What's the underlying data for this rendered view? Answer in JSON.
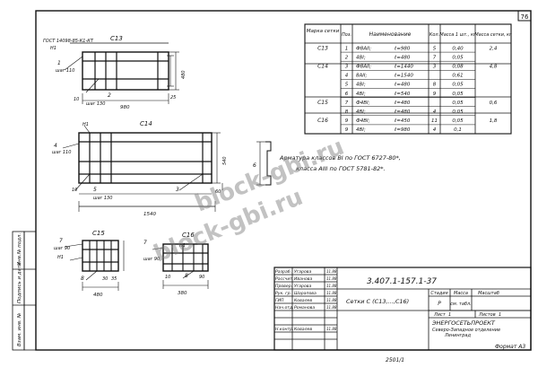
{
  "sheet_number": "76",
  "bottom_left_number": "2501/1",
  "format_label": "Формат А3",
  "gost_note": "ГОСТ 14098-85-К1-КТ",
  "watermark": "block-gbi.ru",
  "side_stamps": [
    "Инв.№ подл.",
    "Подпись и дата",
    "Взам. инв. №"
  ],
  "spec": {
    "headers": [
      "Марка сетки",
      "Поз.",
      "Наименование",
      "Кол.",
      "Масса 1 шт., кг",
      "Масса сетки, кг"
    ],
    "rows": [
      {
        "mark": "С13",
        "pos": "1",
        "name": "Ф8АII;",
        "len": "ℓ=980",
        "qty": "5",
        "mass": "0,40",
        "total": "2,4"
      },
      {
        "mark": "",
        "pos": "2",
        "name": "4ВI;",
        "len": "ℓ=480",
        "qty": "7",
        "mass": "0,05",
        "total": ""
      },
      {
        "mark": "С14",
        "pos": "3",
        "name": "Ф8АII;",
        "len": "ℓ=1440",
        "qty": "3",
        "mass": "0,08",
        "total": "4,8"
      },
      {
        "mark": "",
        "pos": "4",
        "name": "8АII;",
        "len": "ℓ=1540",
        "qty": "",
        "mass": "0,61",
        "total": ""
      },
      {
        "mark": "",
        "pos": "5",
        "name": "4ВI;",
        "len": "ℓ=480",
        "qty": "8",
        "mass": "0,05",
        "total": ""
      },
      {
        "mark": "",
        "pos": "6",
        "name": "4ВI;",
        "len": "ℓ=540",
        "qty": "9",
        "mass": "0,05",
        "total": ""
      },
      {
        "mark": "С15",
        "pos": "7",
        "name": "Ф4ВI;",
        "len": "ℓ=480",
        "qty": "",
        "mass": "0,05",
        "total": "0,6"
      },
      {
        "mark": "",
        "pos": "8",
        "name": "4ВI;",
        "len": "ℓ=480",
        "qty": "4",
        "mass": "0,05",
        "total": ""
      },
      {
        "mark": "С16",
        "pos": "9",
        "name": "Ф4ВI;",
        "len": "ℓ=450",
        "qty": "11",
        "mass": "0,05",
        "total": "1,8"
      },
      {
        "mark": "",
        "pos": "9",
        "name": "4ВI;",
        "len": "ℓ=980",
        "qty": "4",
        "mass": "0,1",
        "total": ""
      }
    ]
  },
  "notes": {
    "note1": "Арматура классов ВI по ГОСТ 6727-80*,",
    "note2": "класса АIII по ГОСТ 5781-82*."
  },
  "drawings": {
    "c13": {
      "title": "С13",
      "pos1": "1",
      "pos2": "2",
      "dim_step": "шаг 110",
      "dim_step2": "шаг 130",
      "dim_length": "980",
      "dim_height": "480",
      "dim_end": "10",
      "dim_end2": "25"
    },
    "c14": {
      "title": "С14",
      "pos4": "4",
      "pos5": "5",
      "pos3": "3",
      "pos6": "6",
      "n1": "Н1",
      "dim_step": "шаг 110",
      "dim_step2": "шаг 130",
      "dim_length": "1540",
      "dim_height": "540",
      "dim_end": "10",
      "dim_end2": "60"
    },
    "c15": {
      "title": "С15",
      "pos7": "7",
      "pos8": "8",
      "n1": "Н1",
      "dim_step": "шаг 90",
      "dim_length": "480",
      "dim_a": "30",
      "dim_b": "35"
    },
    "c16": {
      "title": "С16",
      "pos7": "7",
      "pos8": "8",
      "n1": "Н1",
      "dim_step": "шаг 90",
      "dim_length": "380",
      "dim_a": "10",
      "dim_b": "90"
    }
  },
  "title_block": {
    "doc_code": "3.407.1-157.1-37",
    "doc_title": "Сетки С (С13,...,С16)",
    "stage_label": "Стадия",
    "mass_label": "Масса",
    "scale_label": "Масштаб",
    "stage_value": "Р",
    "mass_value": "см. табл.",
    "sheet_label": "Лист",
    "sheets_label": "Листов",
    "sheets_value": "1",
    "sheet_value": "1",
    "org1": "ЭНЕРГОСЕТЬПРОЕКТ",
    "org2": "Северо-Западное отделение",
    "org3": "Ленинград",
    "roles": [
      {
        "role": "Разраб.",
        "name": "Угарова"
      },
      {
        "role": "Рассчит.",
        "name": "Иванова"
      },
      {
        "role": "Провер.",
        "name": "Угарова"
      },
      {
        "role": "Рук. гр.",
        "name": "Шарапова"
      },
      {
        "role": "ГИП",
        "name": "Ковалев"
      },
      {
        "role": "Нач.отд.",
        "name": "Романова"
      },
      {
        "role": "Н.контр.",
        "name": "Ковалев"
      }
    ],
    "date": "11.88"
  }
}
